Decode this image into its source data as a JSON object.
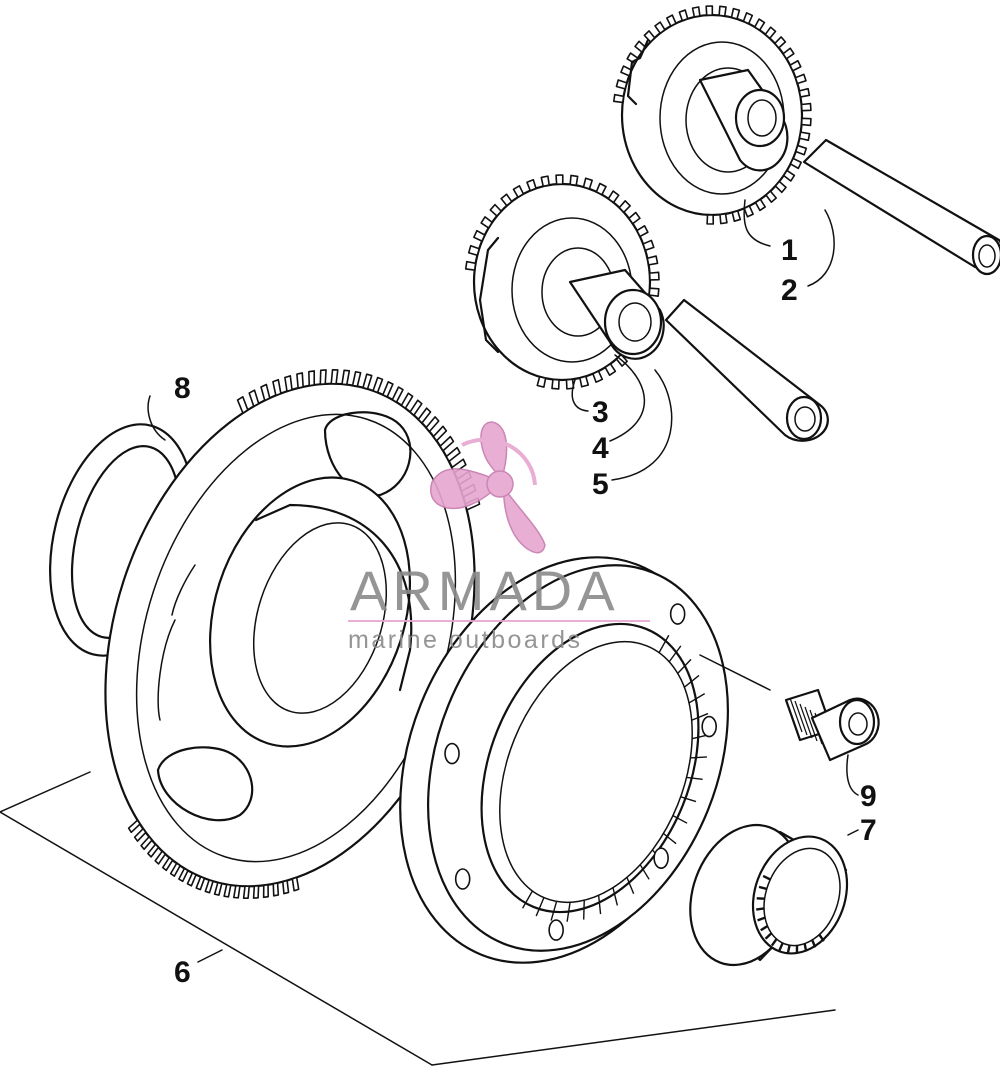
{
  "diagram": {
    "callouts": [
      {
        "id": "1",
        "label": "1"
      },
      {
        "id": "2",
        "label": "2"
      },
      {
        "id": "3",
        "label": "3"
      },
      {
        "id": "4",
        "label": "4"
      },
      {
        "id": "5",
        "label": "5"
      },
      {
        "id": "6",
        "label": "6"
      },
      {
        "id": "7",
        "label": "7"
      },
      {
        "id": "8",
        "label": "8"
      },
      {
        "id": "9",
        "label": "9"
      }
    ]
  },
  "watermark": {
    "title": "ARMADA",
    "subtitle": "marine outboards",
    "logo_icon": "propeller-logo",
    "colors": {
      "logo": "#e6a6d0",
      "text": "#8a8a8a",
      "rule": "#e6a6d0"
    }
  }
}
